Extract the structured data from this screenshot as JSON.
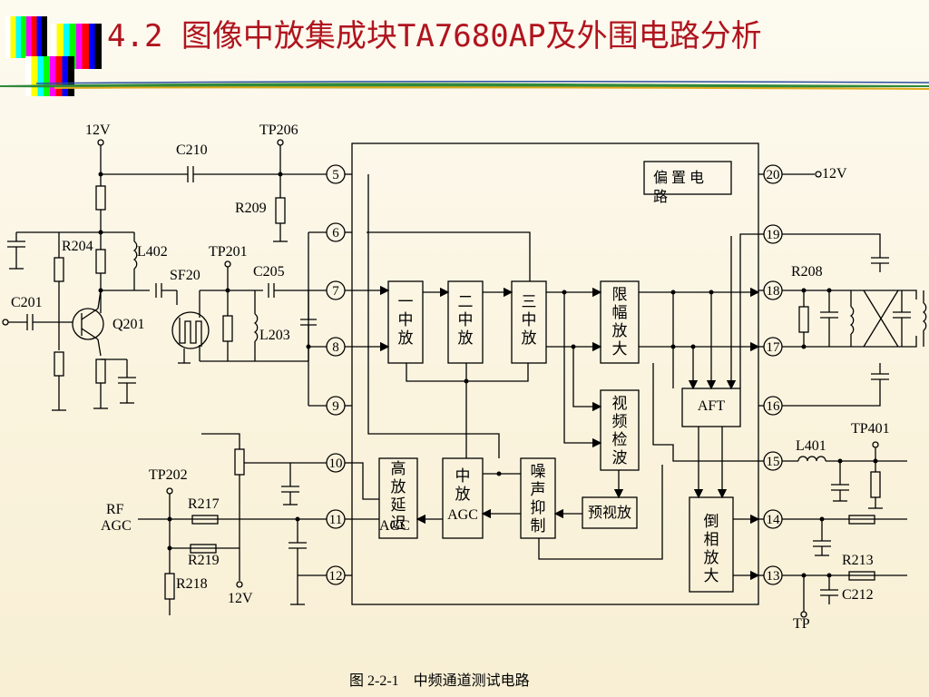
{
  "title": "4.2 图像中放集成块TA7680AP及外围电路分析",
  "caption": "图 2-2-1    中频通道测试电路",
  "blocks": {
    "b1": [
      "一",
      "中",
      "放"
    ],
    "b2": [
      "二",
      "中",
      "放"
    ],
    "b3": [
      "三",
      "中",
      "放"
    ],
    "limit": [
      "限",
      "幅",
      "放",
      "大"
    ],
    "detect": [
      "视",
      "频",
      "检",
      "波"
    ],
    "aft": "AFT",
    "bias_l1": "偏 置 电",
    "bias_l2": "路",
    "hf_delay": [
      "高",
      "放",
      "延",
      "迟"
    ],
    "hf_agc": "AGC",
    "mid_agc_1": [
      "中",
      "放"
    ],
    "mid_agc_2": "AGC",
    "noise": [
      "噪",
      "声",
      "抑",
      "制"
    ],
    "prevideo": "预视放",
    "invert": [
      "倒",
      "相",
      "放",
      "大"
    ]
  },
  "pins": [
    "5",
    "6",
    "7",
    "8",
    "9",
    "10",
    "11",
    "12",
    "20",
    "19",
    "18",
    "17",
    "16",
    "15",
    "14",
    "13"
  ],
  "labels": {
    "v12_top": "12V",
    "tp206": "TP206",
    "c210": "C210",
    "r209": "R209",
    "r204": "R204",
    "l402": "L402",
    "tp201": "TP201",
    "sf20": "SF20",
    "c205": "C205",
    "c201": "C201",
    "q201": "Q201",
    "l203": "L203",
    "tp202": "TP202",
    "rf": "RF",
    "agc": "AGC",
    "r217": "R217",
    "r219": "R219",
    "r218": "R218",
    "v12_bottom": "12V",
    "v12_right": "12V",
    "r208": "R208",
    "tp401": "TP401",
    "l401": "L401",
    "r213": "R213",
    "c212": "C212",
    "tp": "TP"
  }
}
